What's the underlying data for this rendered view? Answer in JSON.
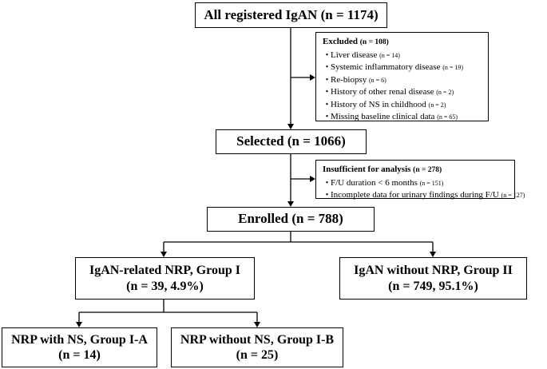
{
  "nodes": {
    "all": {
      "line1": "All registered IgAN (n = 1174)"
    },
    "selected": {
      "line1": "Selected (n = 1066)"
    },
    "enrolled": {
      "line1": "Enrolled (n = 788)"
    },
    "group1": {
      "line1": "IgAN-related NRP, Group I",
      "line2": "(n = 39, 4.9%)"
    },
    "group2": {
      "line1": "IgAN without NRP, Group II",
      "line2": "(n = 749, 95.1%)"
    },
    "group1a": {
      "line1": "NRP with NS, Group I-A",
      "line2": "(n = 14)"
    },
    "group1b": {
      "line1": "NRP without NS, Group I-B",
      "line2": "(n = 25)"
    }
  },
  "excluded": {
    "title": "Excluded",
    "title_n": "(n = 108)",
    "bullet": "・",
    "items": [
      {
        "text": "Liver disease",
        "n": "(n = 14)"
      },
      {
        "text": "Systemic inflammatory disease",
        "n": "(n = 19)"
      },
      {
        "text": "Re-biopsy",
        "n": "(n = 6)"
      },
      {
        "text": "History of other renal disease",
        "n": "(n = 2)"
      },
      {
        "text": "History of NS in childhood",
        "n": "(n = 2)"
      },
      {
        "text": "Missing baseline clinical data",
        "n": "(n = 65)"
      }
    ]
  },
  "insufficient": {
    "title": "Insufficient for analysis",
    "title_n": "(n = 278)",
    "bullet": "・",
    "items": [
      {
        "text": "F/U duration < 6 months",
        "n": "(n = 151)"
      },
      {
        "text": "Incomplete data for urinary findings during F/U",
        "n": "(n = 127)"
      }
    ]
  }
}
